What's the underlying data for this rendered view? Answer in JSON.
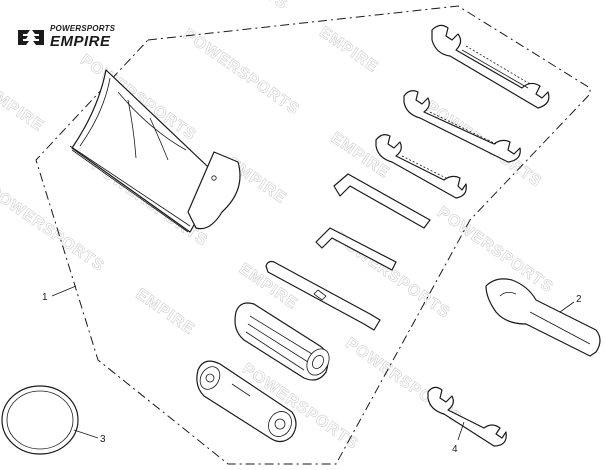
{
  "brand": {
    "line1": "POWERSPORTS",
    "line2": "EMPIRE"
  },
  "watermark": {
    "word1": "POWERSPORTS",
    "word2": "EMPIRE"
  },
  "callouts": {
    "c1": "1",
    "c2": "2",
    "c3": "3",
    "c4": "4"
  },
  "icons": {
    "logo": "empire-logo-icon",
    "bag": "tool-bag-icon",
    "wrench": "open-end-wrench-icon",
    "hex": "hex-key-icon",
    "screwdriver": "screwdriver-icon",
    "handle": "screwdriver-handle-icon",
    "socket": "spark-plug-socket-icon",
    "spanner": "hook-spanner-icon",
    "ring": "o-ring-icon"
  }
}
